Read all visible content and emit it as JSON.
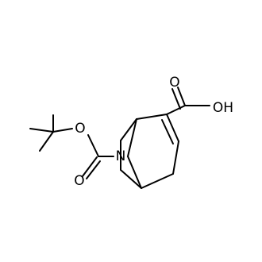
{
  "molecule": {
    "atoms": {
      "o_ester": "O",
      "o_carbonyl_boc": "O",
      "n_bridge": "N",
      "o_carbonyl_acid": "O",
      "oh_acid": "OH"
    }
  }
}
